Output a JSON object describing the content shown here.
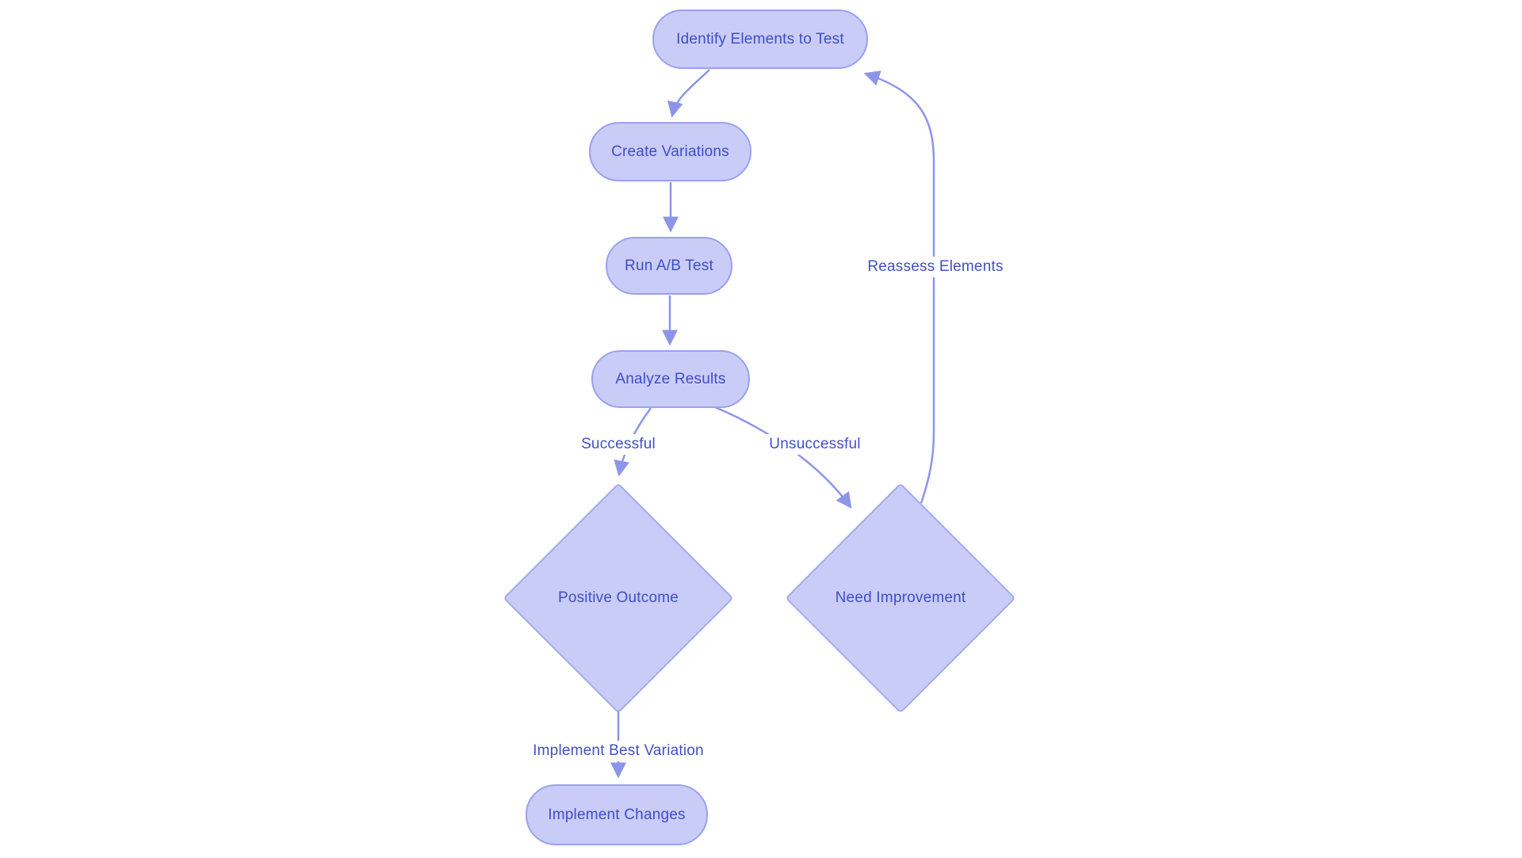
{
  "diagram": {
    "type": "flowchart",
    "background_color": "#ffffff",
    "colors": {
      "node_fill": "#c9ccf6",
      "node_border": "#9aa1ee",
      "edge_color": "#8d95e9",
      "text_color": "#3f4ec9"
    },
    "nodes": [
      {
        "id": "identify-elements",
        "shape": "stadium",
        "label": "Identify Elements to Test"
      },
      {
        "id": "create-variations",
        "shape": "stadium",
        "label": "Create Variations"
      },
      {
        "id": "run-ab-test",
        "shape": "stadium",
        "label": "Run A/B Test"
      },
      {
        "id": "analyze-results",
        "shape": "stadium",
        "label": "Analyze Results"
      },
      {
        "id": "positive-outcome",
        "shape": "diamond",
        "label": "Positive Outcome"
      },
      {
        "id": "need-improvement",
        "shape": "diamond",
        "label": "Need Improvement"
      },
      {
        "id": "implement-changes",
        "shape": "stadium",
        "label": "Implement Changes"
      }
    ],
    "edges": [
      {
        "from": "identify-elements",
        "to": "create-variations",
        "label": ""
      },
      {
        "from": "create-variations",
        "to": "run-ab-test",
        "label": ""
      },
      {
        "from": "run-ab-test",
        "to": "analyze-results",
        "label": ""
      },
      {
        "from": "analyze-results",
        "to": "positive-outcome",
        "label": "Successful"
      },
      {
        "from": "analyze-results",
        "to": "need-improvement",
        "label": "Unsuccessful"
      },
      {
        "from": "need-improvement",
        "to": "identify-elements",
        "label": "Reassess Elements"
      },
      {
        "from": "positive-outcome",
        "to": "implement-changes",
        "label": "Implement Best Variation"
      }
    ]
  }
}
